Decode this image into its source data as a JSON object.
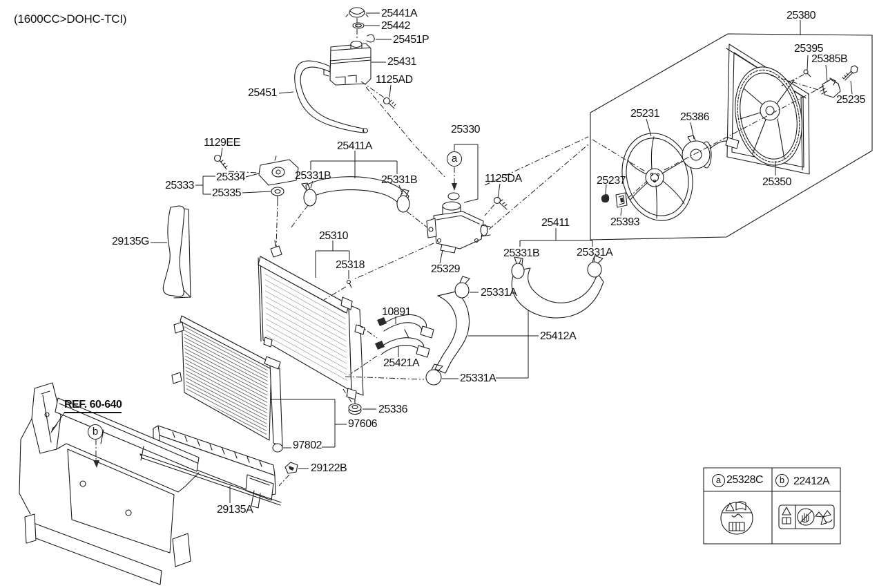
{
  "title": "(1600CC>DOHC-TCI)",
  "ref_note": "REF. 60-640",
  "callouts": {
    "a": "a",
    "b": "b"
  },
  "legend": {
    "a_letter": "a",
    "a_code": "25328C",
    "b_letter": "b",
    "b_code": "22412A"
  },
  "labels": {
    "l25441a": "25441A",
    "l25442": "25442",
    "l25451p": "25451P",
    "l25431": "25431",
    "l1125ad": "1125AD",
    "l25451": "25451",
    "l1129ee": "1129EE",
    "l25334": "25334",
    "l25333": "25333",
    "l25335": "25335",
    "l29135g": "29135G",
    "l25411a": "25411A",
    "l25331b_1": "25331B",
    "l25331b_2": "25331B",
    "l25330": "25330",
    "l1125da": "1125DA",
    "l25310": "25310",
    "l25318": "25318",
    "l25329": "25329",
    "l25411": "25411",
    "l25331b_3": "25331B",
    "l25331a_1": "25331A",
    "l25331a_2": "25331A",
    "l25412a": "25412A",
    "l10891": "10891",
    "l25421a": "25421A",
    "l25331a_3": "25331A",
    "l25336": "25336",
    "l97606": "97606",
    "l97802": "97802",
    "l29122b": "29122B",
    "l29135a": "29135A",
    "l25380": "25380",
    "l25395": "25395",
    "l25385b": "25385B",
    "l25235": "25235",
    "l25231": "25231",
    "l25386": "25386",
    "l25237": "25237",
    "l25393": "25393",
    "l25350": "25350"
  }
}
